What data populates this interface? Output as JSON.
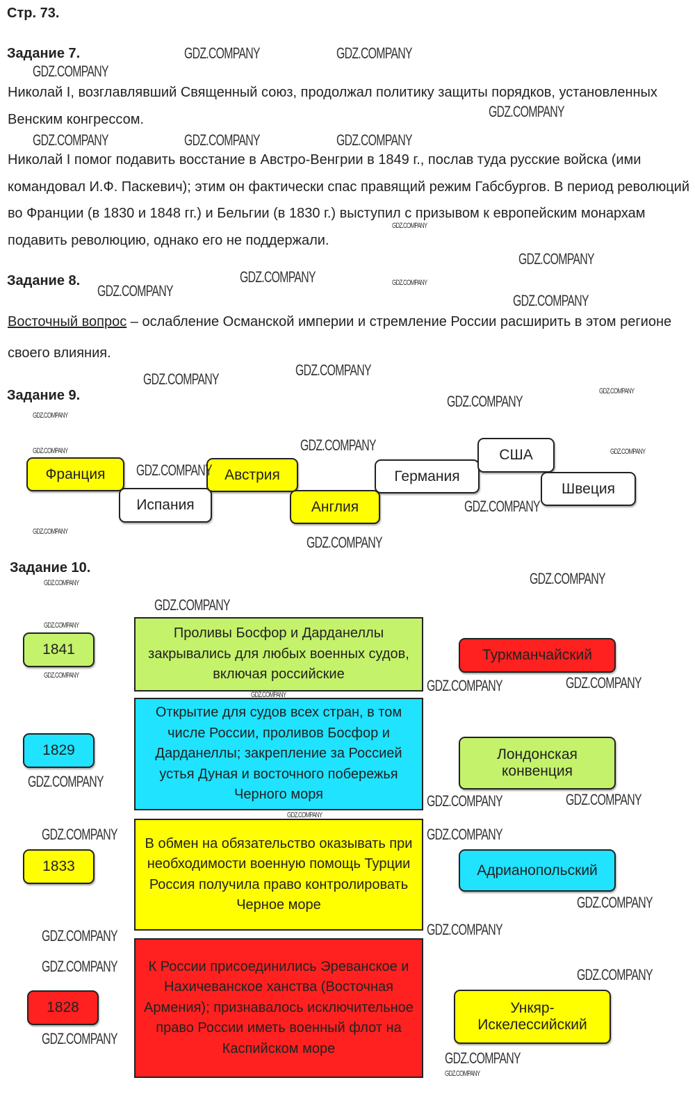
{
  "page_label": "Стр. 73.",
  "watermark": "GDZ.COMPANY",
  "colors": {
    "yellow": "#ffff00",
    "green": "#c4f26a",
    "cyan": "#1fe3ff",
    "red": "#ff2020",
    "white": "#ffffff"
  },
  "task7": {
    "title": "Задание 7.",
    "para1": "Николай I, возглавлявший Священный союз, продолжал политику защиты порядков, установленных Венским конгрессом.",
    "para2": "Николай I помог подавить восстание в Австро-Венгрии в 1849 г., послав туда русские войска (ими командовал И.Ф. Паскевич); этим он фактически спас правящий режим Габсбургов. В период революций во Франции (в 1830 и 1848 гг.) и Бельгии (в 1830 г.) выступил с призывом к европейским монархам подавить революцию, однако его не поддержали."
  },
  "task8": {
    "title": "Задание 8.",
    "term": "Восточный вопрос",
    "definition": " – ослабление Османской империи и стремление России расширить в этом регионе своего влияния."
  },
  "task9": {
    "title": "Задание 9.",
    "countries": [
      "Франция",
      "Испания",
      "Австрия",
      "Англия",
      "Германия",
      "США",
      "Швеция"
    ]
  },
  "task10": {
    "title": "Задание 10.",
    "years": [
      "1841",
      "1829",
      "1833",
      "1828"
    ],
    "descriptions": [
      "Проливы Босфор и Дарданеллы закрывались для любых военных судов, включая российские",
      "Открытие для судов всех стран, в том числе России, проливов Босфор и Дарданеллы; закрепление за Россией устья Дуная и восточного побережья Черного моря",
      "В обмен на обязательство оказывать при необходимости военную помощь Турции Россия получила право контролировать Черное море",
      "К России присоединились Эреванское и Нахичеванское ханства (Восточная Армения); признавалось исключительное право России иметь военный флот на Каспийском море"
    ],
    "treaties": [
      "Туркманчайский",
      "Лондонская конвенция",
      "Адрианопольский",
      "Ункяр-Искелессийский"
    ]
  }
}
